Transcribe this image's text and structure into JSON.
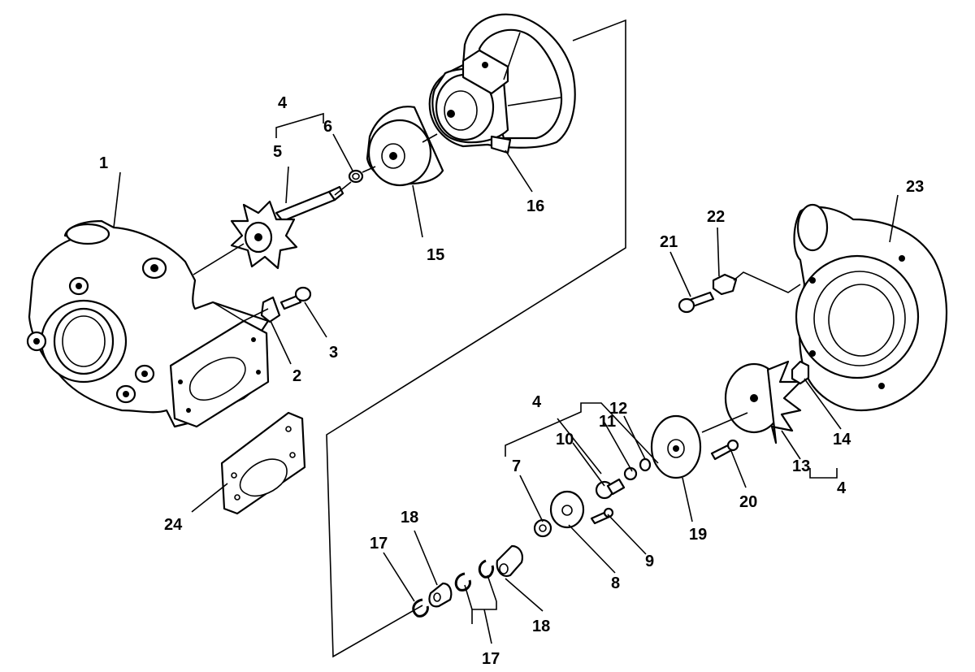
{
  "callouts": {
    "c1": "1",
    "c2": "2",
    "c3": "3",
    "c4_top": "4",
    "c4_mid": "4",
    "c4_right": "4",
    "c5": "5",
    "c6": "6",
    "c7": "7",
    "c8": "8",
    "c9": "9",
    "c10": "10",
    "c11": "11",
    "c12": "12",
    "c13": "13",
    "c14": "14",
    "c15": "15",
    "c16": "16",
    "c17_left": "17",
    "c17_bottom": "17",
    "c18_left": "18",
    "c18_bottom": "18",
    "c19": "19",
    "c20": "20",
    "c21": "21",
    "c22": "22",
    "c23": "23",
    "c24": "24"
  }
}
